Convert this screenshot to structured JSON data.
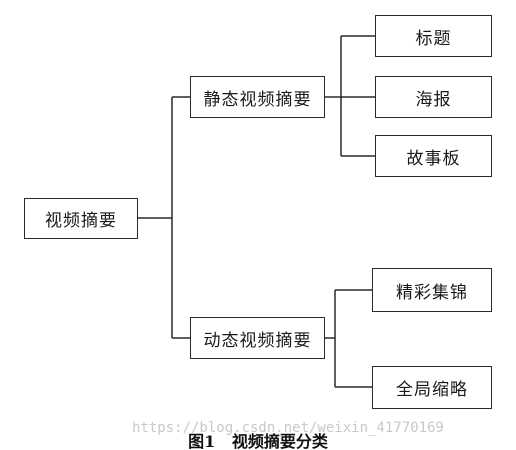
{
  "diagram": {
    "root": "视频摘要",
    "branches": [
      {
        "label": "静态视频摘要",
        "children": [
          "标题",
          "海报",
          "故事板"
        ]
      },
      {
        "label": "动态视频摘要",
        "children": [
          "精彩集锦",
          "全局缩略"
        ]
      }
    ]
  },
  "watermark": "https://blog.csdn.net/weixin_41770169",
  "caption": "图1   视频摘要分类"
}
